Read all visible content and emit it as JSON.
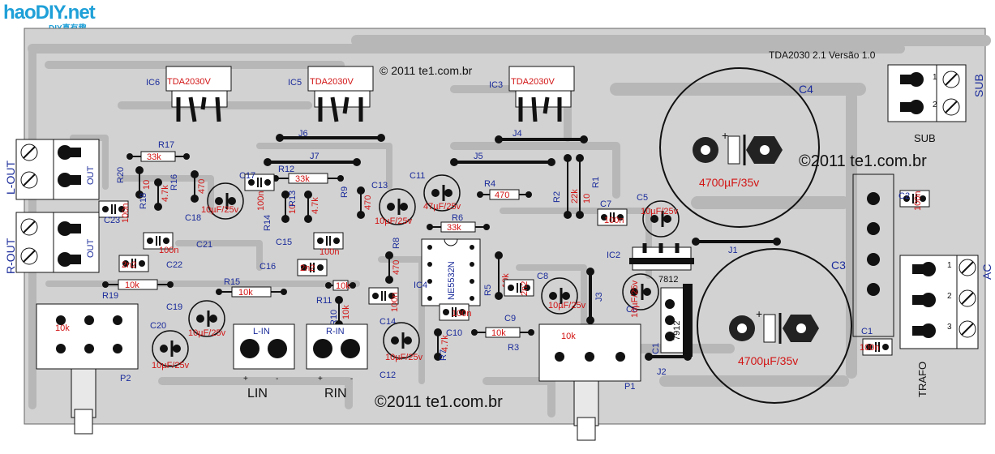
{
  "watermark": {
    "logo": "haoDIY.net",
    "sub": "DIY真有趣"
  },
  "board": {
    "title": "TDA2030 2.1 Versão 1.0",
    "copyright_top": "© 2011 te1.com.br",
    "copyright_right": "©2011 te1.com.br",
    "copyright_bottom": "©2011 te1.com.br"
  },
  "connectors": {
    "l_out": "L-OUT",
    "r_out": "R-OUT",
    "out_label": "OUT",
    "sub": "SUB",
    "sub_caption": "SUB",
    "ac": "AC",
    "trafo": "TRAFO",
    "lin": "LIN",
    "rin": "RIN",
    "l_in_tag": "L-IN",
    "r_in_tag": "R-IN"
  },
  "ics": [
    {
      "ref": "IC6",
      "part": "TDA2030V"
    },
    {
      "ref": "IC5",
      "part": "TDA2030V"
    },
    {
      "ref": "IC3",
      "part": "TDA2030V"
    },
    {
      "ref": "IC4",
      "part": "NE5532N"
    },
    {
      "ref": "IC2",
      "part": "7812"
    },
    {
      "ref": "IC1",
      "part": "7912"
    }
  ],
  "big_caps": [
    {
      "ref": "C4",
      "value": "4700µF/35v"
    },
    {
      "ref": "C3",
      "value": "4700µF/35v"
    }
  ],
  "resistors": [
    {
      "ref": "R17",
      "value": "33k"
    },
    {
      "ref": "R12",
      "value": "33k"
    },
    {
      "ref": "R20",
      "value": "10"
    },
    {
      "ref": "R18",
      "value": "4.7k"
    },
    {
      "ref": "R16",
      "value": "470"
    },
    {
      "ref": "R14",
      "value": "10"
    },
    {
      "ref": "R13",
      "value": "4.7k"
    },
    {
      "ref": "R9",
      "value": "470"
    },
    {
      "ref": "R4",
      "value": "470"
    },
    {
      "ref": "R6",
      "value": "33k"
    },
    {
      "ref": "R2",
      "value": "22k"
    },
    {
      "ref": "R1",
      "value": "10"
    },
    {
      "ref": "R8",
      "value": "470"
    },
    {
      "ref": "R5",
      "value": "10k"
    },
    {
      "ref": "R19",
      "value": "10k"
    },
    {
      "ref": "R15",
      "value": "10k"
    },
    {
      "ref": "R11",
      "value": "10k"
    },
    {
      "ref": "R10",
      "value": "10k"
    },
    {
      "ref": "R7",
      "value": "4.7k"
    },
    {
      "ref": "R3",
      "value": "10k"
    }
  ],
  "caps": [
    {
      "ref": "C17",
      "value": "100n"
    },
    {
      "ref": "C18",
      "value": "10µF/25v"
    },
    {
      "ref": "C13",
      "value": "10µF/25v"
    },
    {
      "ref": "C11",
      "value": "47µF/25v"
    },
    {
      "ref": "C23",
      "value": "100n"
    },
    {
      "ref": "C21",
      "value": "100n"
    },
    {
      "ref": "C22",
      "value": "2n2"
    },
    {
      "ref": "C15",
      "value": "100n"
    },
    {
      "ref": "C16",
      "value": "2n2"
    },
    {
      "ref": "C14",
      "value": "100n"
    },
    {
      "ref": "C10",
      "value": "100n"
    },
    {
      "ref": "C9",
      "value": "2n2"
    },
    {
      "ref": "C8",
      "value": "10µF/25v"
    },
    {
      "ref": "C19",
      "value": "10µF/25v"
    },
    {
      "ref": "C20",
      "value": "10µF/25v"
    },
    {
      "ref": "C12",
      "value": "10µF/25v"
    },
    {
      "ref": "C7",
      "value": "100n"
    },
    {
      "ref": "C5",
      "value": "10µF/25v"
    },
    {
      "ref": "C6",
      "value": "10µF/25v"
    },
    {
      "ref": "C2",
      "value": "100n"
    },
    {
      "ref": "C1",
      "value": "100n"
    }
  ],
  "jumpers": [
    "J1",
    "J2",
    "J3",
    "J4",
    "J5",
    "J6",
    "J7"
  ],
  "pots": [
    {
      "ref": "P1",
      "value": "10k"
    },
    {
      "ref": "P2",
      "value": "10k"
    }
  ],
  "pin_numbers": [
    "1",
    "2",
    "3"
  ],
  "polarity": [
    "+",
    "-"
  ]
}
